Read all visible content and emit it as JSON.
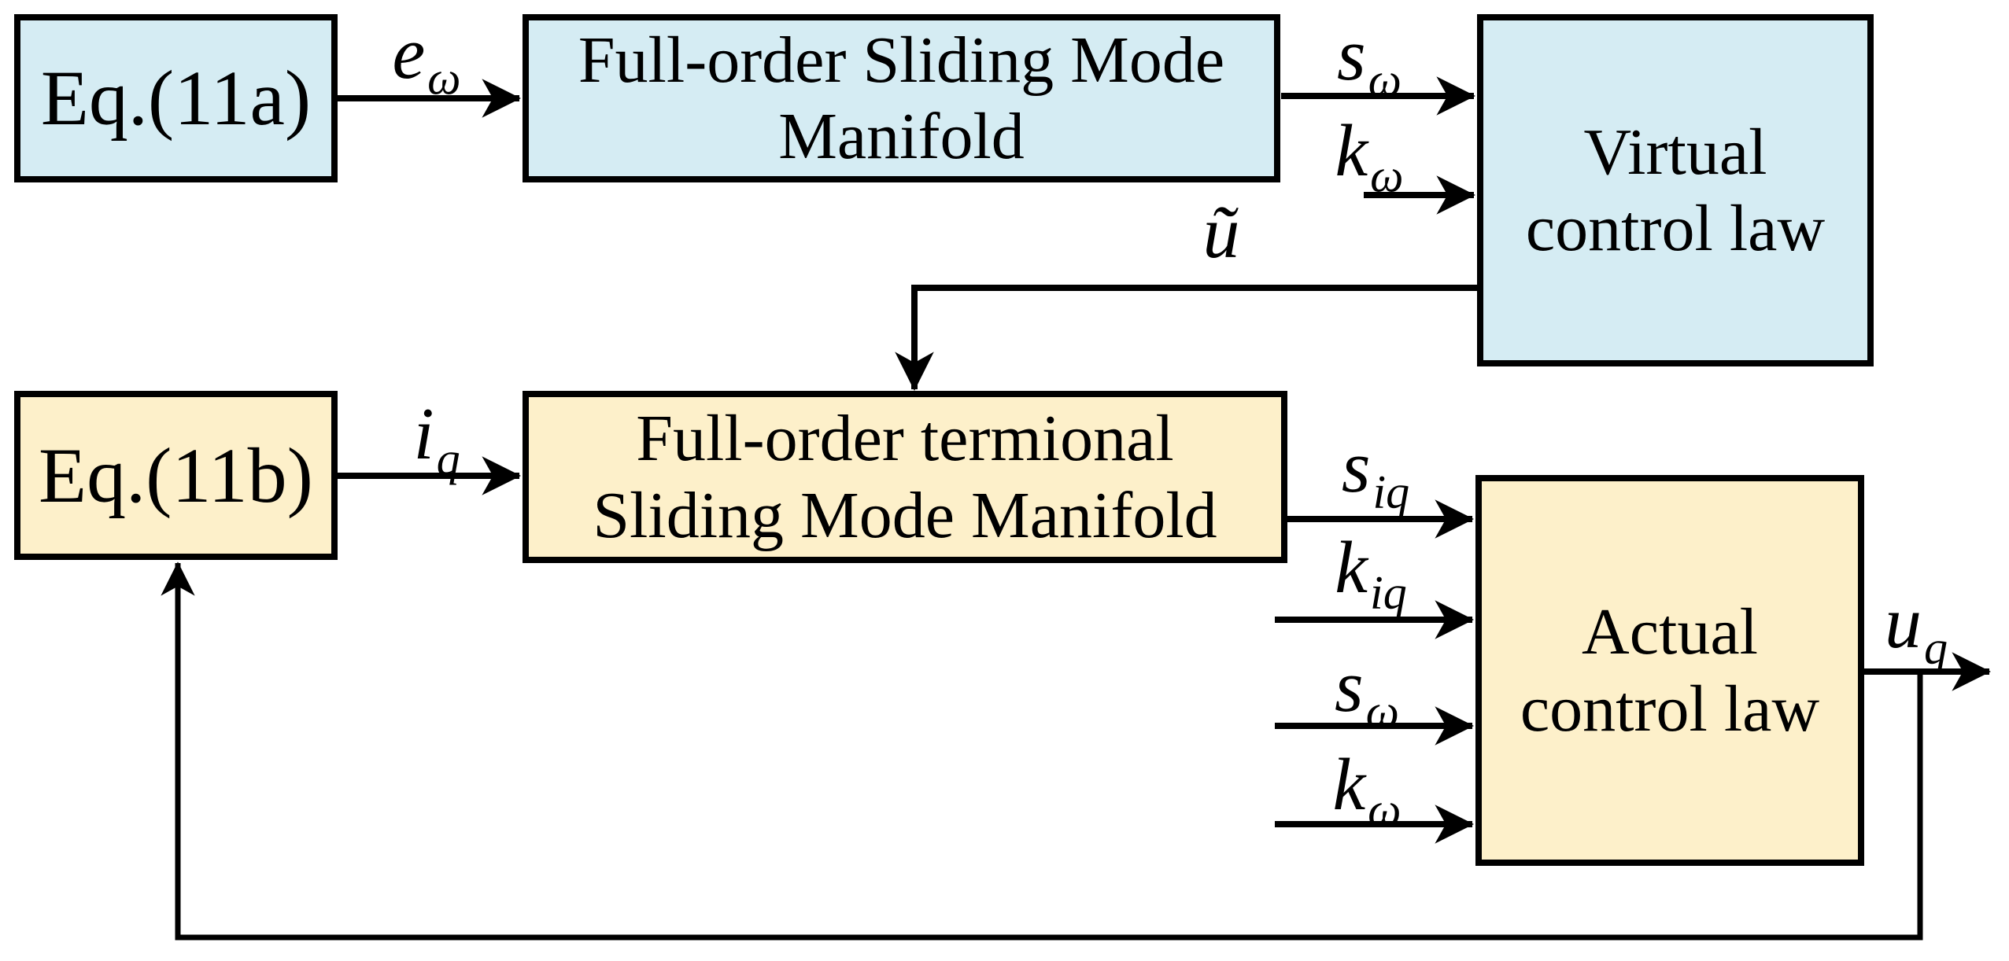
{
  "title": "Full-order sliding mode control block diagram",
  "colors": {
    "box_blue": "#d5ecf3",
    "box_yellow": "#fdf0ca",
    "line_black": "#000000",
    "background": "#ffffff"
  },
  "boxes": {
    "eq11a": {
      "label": "Eq.(11a)"
    },
    "sliding_manifold": {
      "line1": "Full-order Sliding Mode",
      "line2": "Manifold"
    },
    "virtual_law": {
      "line1": "Virtual",
      "line2": "control law"
    },
    "eq11b": {
      "label": "Eq.(11b)"
    },
    "terminal_manifold": {
      "line1": "Full-order termional",
      "line2": "Sliding Mode Manifold"
    },
    "actual_law": {
      "line1": "Actual",
      "line2": "control law"
    }
  },
  "signals": {
    "e_omega": {
      "main": "e",
      "sub": "ω"
    },
    "s_omega_top": {
      "main": "s",
      "sub": "ω"
    },
    "k_omega_top": {
      "main": "k",
      "sub": "ω"
    },
    "u_tilde": {
      "main": "ũ",
      "sub": ""
    },
    "i_q": {
      "main": "i",
      "sub": "q"
    },
    "s_iq": {
      "main": "s",
      "sub": "iq"
    },
    "k_iq": {
      "main": "k",
      "sub": "iq"
    },
    "s_omega_bottom": {
      "main": "s",
      "sub": "ω"
    },
    "k_omega_bottom": {
      "main": "k",
      "sub": "ω"
    },
    "u_q": {
      "main": "u",
      "sub": "q"
    }
  }
}
